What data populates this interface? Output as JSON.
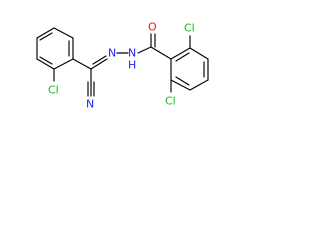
{
  "molecule": {
    "atoms": {
      "cl_left": "Cl",
      "n_hydrazone": "N",
      "nh": "N",
      "h": "H",
      "o_carbonyl": "O",
      "n_nitrile": "N",
      "cl_top_right": "Cl",
      "cl_bottom_right": "Cl"
    }
  },
  "colors": {
    "bond": "#000000",
    "chlorine": "#1fb81f",
    "nitrogen": "#2323ff",
    "oxygen": "#ff0d0d"
  }
}
